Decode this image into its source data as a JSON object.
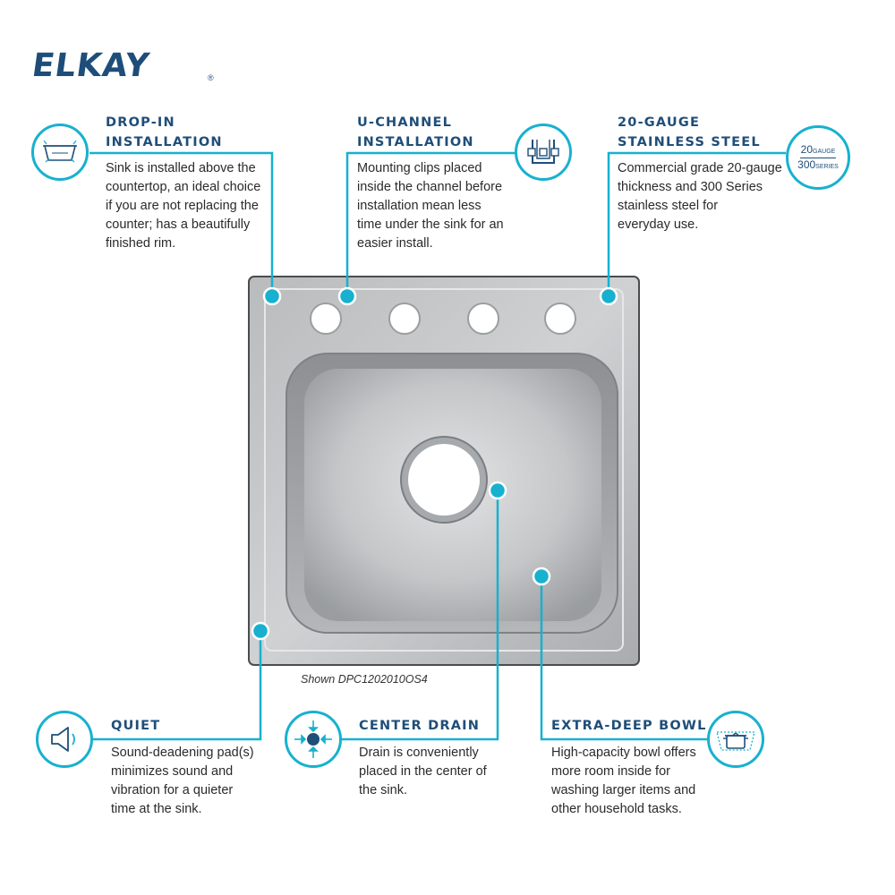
{
  "brand": {
    "logo_text": "ELKAY",
    "registered": "®"
  },
  "caption": "Shown DPC1202010OS4",
  "features": {
    "drop_in": {
      "heading": [
        "DROP-IN",
        "INSTALLATION"
      ],
      "body": [
        "Sink is installed above the",
        "countertop, an ideal choice",
        "if you are not replacing the",
        "counter; has a beautifully",
        "finished rim."
      ],
      "icon": "sink-dropin-icon"
    },
    "u_channel": {
      "heading": [
        "U-CHANNEL",
        "INSTALLATION"
      ],
      "body": [
        "Mounting clips placed",
        "inside the channel before",
        "installation mean less",
        "time under the sink for an",
        "easier install."
      ],
      "icon": "u-channel-clip-icon"
    },
    "gauge": {
      "heading": [
        "20-GAUGE",
        "STAINLESS STEEL"
      ],
      "body": [
        "Commercial grade 20-gauge",
        "thickness and 300 Series",
        "stainless steel for",
        "everyday use."
      ],
      "icon_text": {
        "num1": "20",
        "unit1": "GAUGE",
        "num2": "300",
        "unit2": "SERIES"
      },
      "icon": "gauge-badge-icon"
    },
    "quiet": {
      "heading": [
        "QUIET"
      ],
      "body": [
        "Sound-deadening pad(s)",
        "minimizes sound and",
        "vibration for a quieter",
        "time at the sink."
      ],
      "icon": "speaker-icon"
    },
    "center_drain": {
      "heading": [
        "CENTER DRAIN"
      ],
      "body": [
        "Drain is conveniently",
        "placed in the center of",
        "the sink."
      ],
      "icon": "center-drain-icon"
    },
    "extra_deep": {
      "heading": [
        "EXTRA-DEEP BOWL"
      ],
      "body": [
        "High-capacity bowl offers",
        "more room inside for",
        "washing larger items and",
        "other household tasks."
      ],
      "icon": "pot-in-bowl-icon"
    }
  },
  "colors": {
    "accent": "#17b1cf",
    "heading": "#1f4e79",
    "logo": "#1e4d7a",
    "steel_light": "#c9cbcd",
    "steel_dark": "#8e9194"
  }
}
